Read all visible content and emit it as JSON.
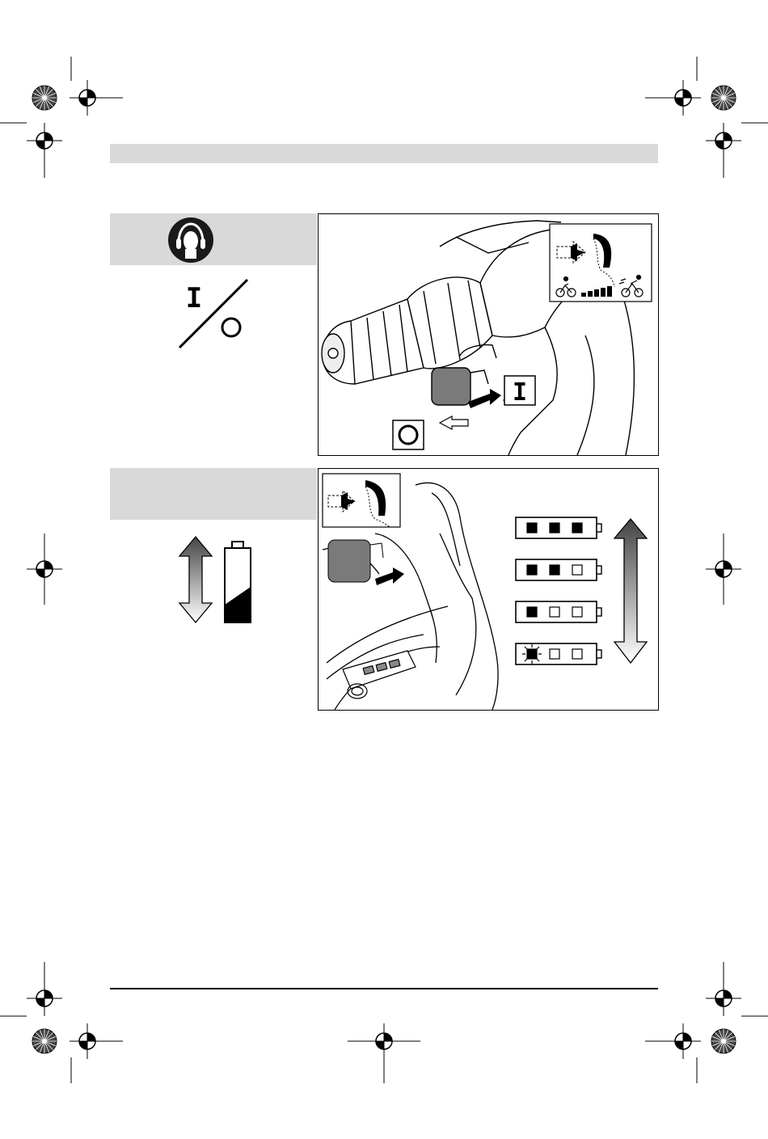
{
  "header_bar": {
    "color": "#d9d9d9"
  },
  "section1": {
    "icon": "hearing-protection-icon",
    "switch_on_label": "I",
    "switch_off_label": "O"
  },
  "section2": {
    "icon": "battery-charge-icon",
    "battery_levels": [
      3,
      2,
      1,
      0
    ],
    "blinking_level_index": 3
  },
  "registration_marks": "crosshair-target-icon"
}
